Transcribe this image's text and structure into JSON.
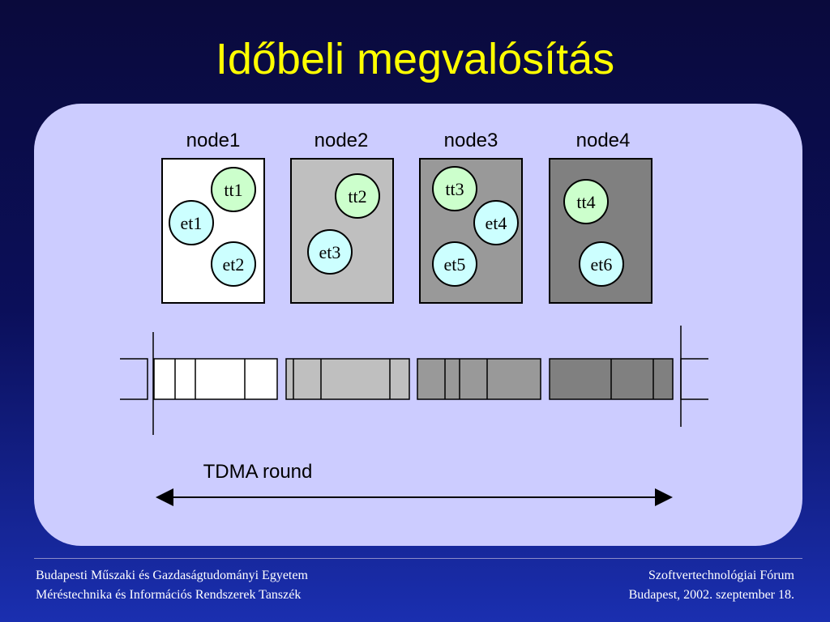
{
  "title": "Időbeli megvalósítás",
  "diagram": {
    "nodes": [
      {
        "label": "node1",
        "fill": "#ffffff",
        "tasks": [
          {
            "label": "tt1",
            "type": "tt"
          },
          {
            "label": "et1",
            "type": "et"
          },
          {
            "label": "et2",
            "type": "et"
          }
        ]
      },
      {
        "label": "node2",
        "fill": "#bfbfbf",
        "tasks": [
          {
            "label": "tt2",
            "type": "tt"
          },
          {
            "label": "et3",
            "type": "et"
          }
        ]
      },
      {
        "label": "node3",
        "fill": "#999999",
        "tasks": [
          {
            "label": "tt3",
            "type": "tt"
          },
          {
            "label": "et4",
            "type": "et"
          },
          {
            "label": "et5",
            "type": "et"
          }
        ]
      },
      {
        "label": "node4",
        "fill": "#808080",
        "tasks": [
          {
            "label": "tt4",
            "type": "tt"
          },
          {
            "label": "et6",
            "type": "et"
          }
        ]
      }
    ],
    "tdma_label": "TDMA round",
    "colors": {
      "tt": "#ccffcc",
      "et": "#ccffff",
      "panel": "#ccccff",
      "title": "#ffff00"
    }
  },
  "footer": {
    "left_line1": "Budapesti Műszaki és Gazdaságtudományi Egyetem",
    "left_line2": "Méréstechnika és Információs Rendszerek Tanszék",
    "right_line1": "Szoftvertechnológiai Fórum",
    "right_line2": "Budapest, 2002. szeptember 18."
  }
}
